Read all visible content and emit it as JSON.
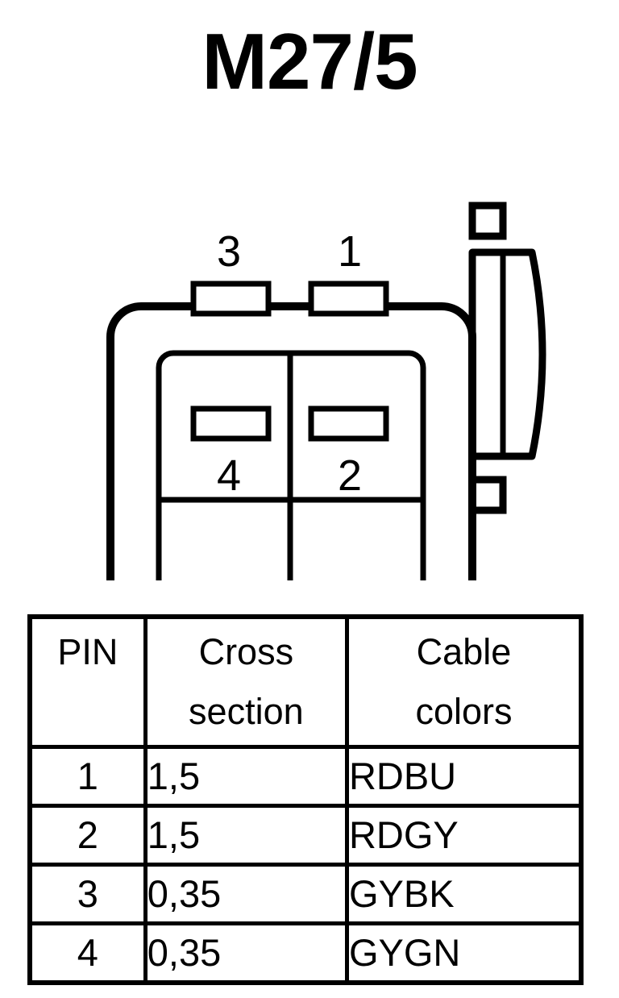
{
  "title": "M27/5",
  "connector": {
    "shell_label": "connector-housing",
    "cavity_count": 4,
    "pin_positions": [
      {
        "pin": "3",
        "row": "top",
        "column": "left"
      },
      {
        "pin": "1",
        "row": "top",
        "column": "right"
      },
      {
        "pin": "4",
        "row": "bottom",
        "column": "left"
      },
      {
        "pin": "2",
        "row": "bottom",
        "column": "right"
      }
    ],
    "latch_label": "side-latch",
    "tab_labels": [
      "upper-tab",
      "lower-tab"
    ],
    "stroke_color": "#000000",
    "fill_color": "#ffffff"
  },
  "table": {
    "headers": {
      "pin": [
        "PIN"
      ],
      "cross_section": [
        "Cross",
        "section"
      ],
      "cable_colors": [
        "Cable",
        "colors"
      ]
    },
    "rows": [
      {
        "pin": "1",
        "cross_section": "1,5",
        "cable_colors": "RDBU"
      },
      {
        "pin": "2",
        "cross_section": "1,5",
        "cable_colors": "RDGY"
      },
      {
        "pin": "3",
        "cross_section": "0,35",
        "cable_colors": "GYBK"
      },
      {
        "pin": "4",
        "cross_section": "0,35",
        "cable_colors": "GYGN"
      }
    ]
  }
}
